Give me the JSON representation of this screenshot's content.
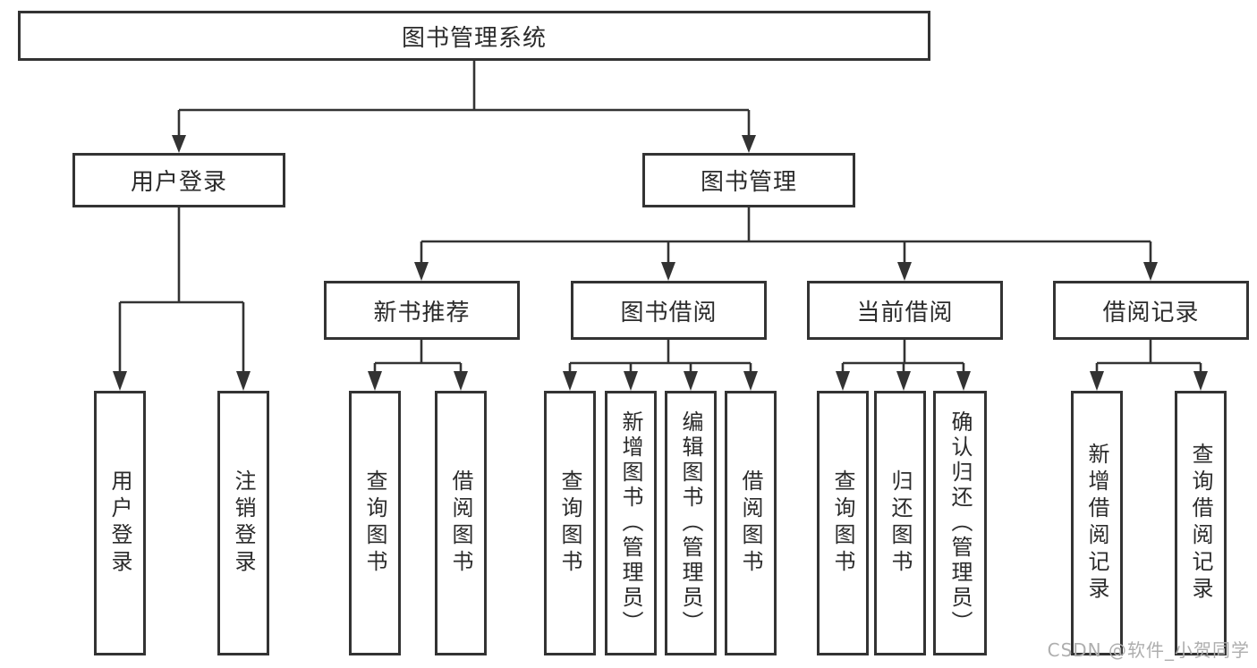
{
  "tree": {
    "root": {
      "label": "图书管理系统"
    },
    "branches": [
      {
        "label": "用户登录",
        "children": [
          {
            "label": "用户登录"
          },
          {
            "label": "注销登录"
          }
        ]
      },
      {
        "label": "图书管理",
        "children": [
          {
            "label": "新书推荐",
            "children": [
              {
                "label": "查询图书"
              },
              {
                "label": "借阅图书"
              }
            ]
          },
          {
            "label": "图书借阅",
            "children": [
              {
                "label": "查询图书"
              },
              {
                "label": "新增图书（管理员）"
              },
              {
                "label": "编辑图书（管理员）"
              },
              {
                "label": "借阅图书"
              }
            ]
          },
          {
            "label": "当前借阅",
            "children": [
              {
                "label": "查询图书"
              },
              {
                "label": "归还图书"
              },
              {
                "label": "确认归还（管理员）"
              }
            ]
          },
          {
            "label": "借阅记录",
            "children": [
              {
                "label": "新增借阅记录"
              },
              {
                "label": "查询借阅记录"
              }
            ]
          }
        ]
      }
    ]
  },
  "watermark": "CSDN @软件_小贺同学",
  "colors": {
    "line": "#333333",
    "text": "#2b2b2b",
    "watermark": "#aeaeae",
    "background": "#ffffff"
  }
}
